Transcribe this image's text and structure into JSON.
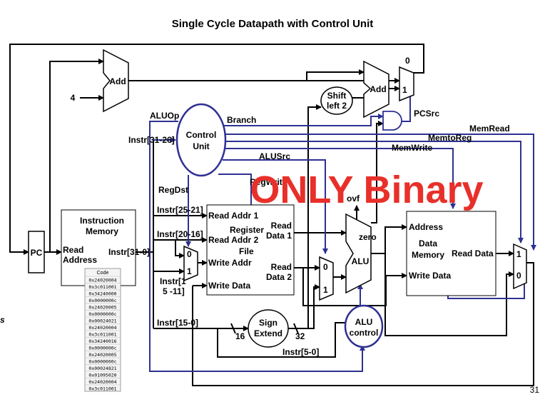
{
  "title": "Single Cycle Datapath with Control Unit",
  "overlay": "ONLY Binary",
  "page_number": "31",
  "edge_fragment": "s",
  "blocks": {
    "pc": "PC",
    "adder1": "Add",
    "adder2": "Add",
    "shift": [
      "Shift",
      "left 2"
    ],
    "control": [
      "Control",
      "Unit"
    ],
    "instr_mem": {
      "title": [
        "Instruction",
        "Memory"
      ],
      "read_address": [
        "Read",
        "Address"
      ],
      "output": "Instr[31-0]"
    },
    "register_file": {
      "read_addr_1": "Read Addr 1",
      "register": "Register",
      "read_addr_2": "Read Addr 2",
      "file": "File",
      "write_addr": "Write Addr",
      "write_data": "Write Data",
      "read_data_1": [
        "Read",
        "Data 1"
      ],
      "read_data_2": [
        "Read",
        "Data 2"
      ]
    },
    "sign_extend": [
      "Sign",
      "Extend"
    ],
    "alu": {
      "label": "ALU",
      "zero": "zero",
      "ovf": "ovf"
    },
    "alu_control": [
      "ALU",
      "control"
    ],
    "data_mem": {
      "address": "Address",
      "title": [
        "Data",
        "Memory"
      ],
      "read_data": "Read Data",
      "write_data": "Write Data"
    }
  },
  "mux_labels": {
    "pc_mux": [
      "0",
      "1"
    ],
    "reg_mux": [
      "0",
      "1"
    ],
    "alu_mux": [
      "0",
      "1"
    ],
    "mem_mux": [
      "1",
      "0"
    ]
  },
  "signals": {
    "four": "4",
    "aluop": "ALUOp",
    "branch": "Branch",
    "pcsrc": "PCSrc",
    "memread": "MemRead",
    "memtoreg": "MemtoReg",
    "memwrite": "MemWrite",
    "alusrc": "ALUSrc",
    "regwrite": "RegWrite",
    "regdst": "RegDst",
    "instr_31_26": "Instr[31-26]",
    "instr_25_21": "Instr[25-21]",
    "instr_20_16": "Instr[20-16]",
    "instr_15_11": [
      "Instr[1",
      "5 -11]"
    ],
    "instr_15_0": "Instr[15-0]",
    "instr_5_0": "Instr[5-0]",
    "bits16": "16",
    "bits32": "32"
  },
  "code_table": {
    "header": "Code",
    "rows": [
      "0x24020004",
      "0x3c011001",
      "0x34240000",
      "0x0000000c",
      "0x24020005",
      "0x0000000c",
      "0x00024021",
      "0x24020004",
      "0x3c011001",
      "0x34240016",
      "0x0000000c",
      "0x24020005",
      "0x0000000c",
      "0x00024821",
      "0x01095020",
      "0x24020004",
      "0x3c011001"
    ]
  },
  "colors": {
    "wire": "#000000",
    "control": "#2e3192",
    "overlay": "#e8302a"
  }
}
